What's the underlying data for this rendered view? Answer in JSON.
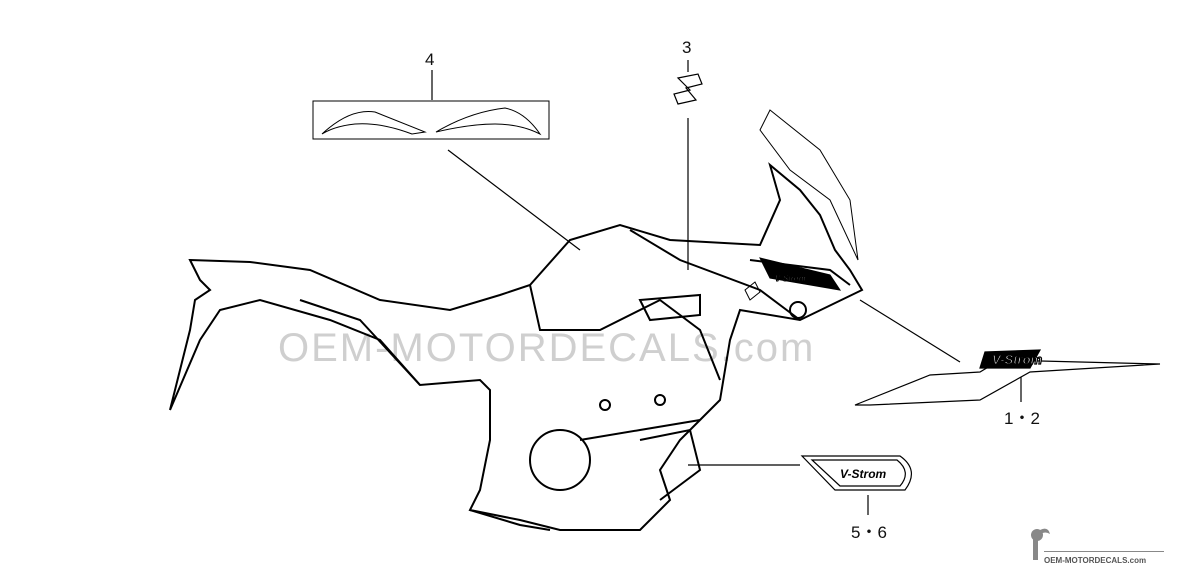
{
  "callouts": {
    "part_4": "4",
    "part_3": "3",
    "part_1_2": "1・2",
    "part_5_6": "5・6"
  },
  "decals": {
    "tank_logo": "V-Strom",
    "side_logo": "V-Strom",
    "fairing_logo": "V-Strom"
  },
  "watermark": "OEM-MOTORDECALS.com",
  "footer_watermark": "OEM-MOTORDECALS.com"
}
